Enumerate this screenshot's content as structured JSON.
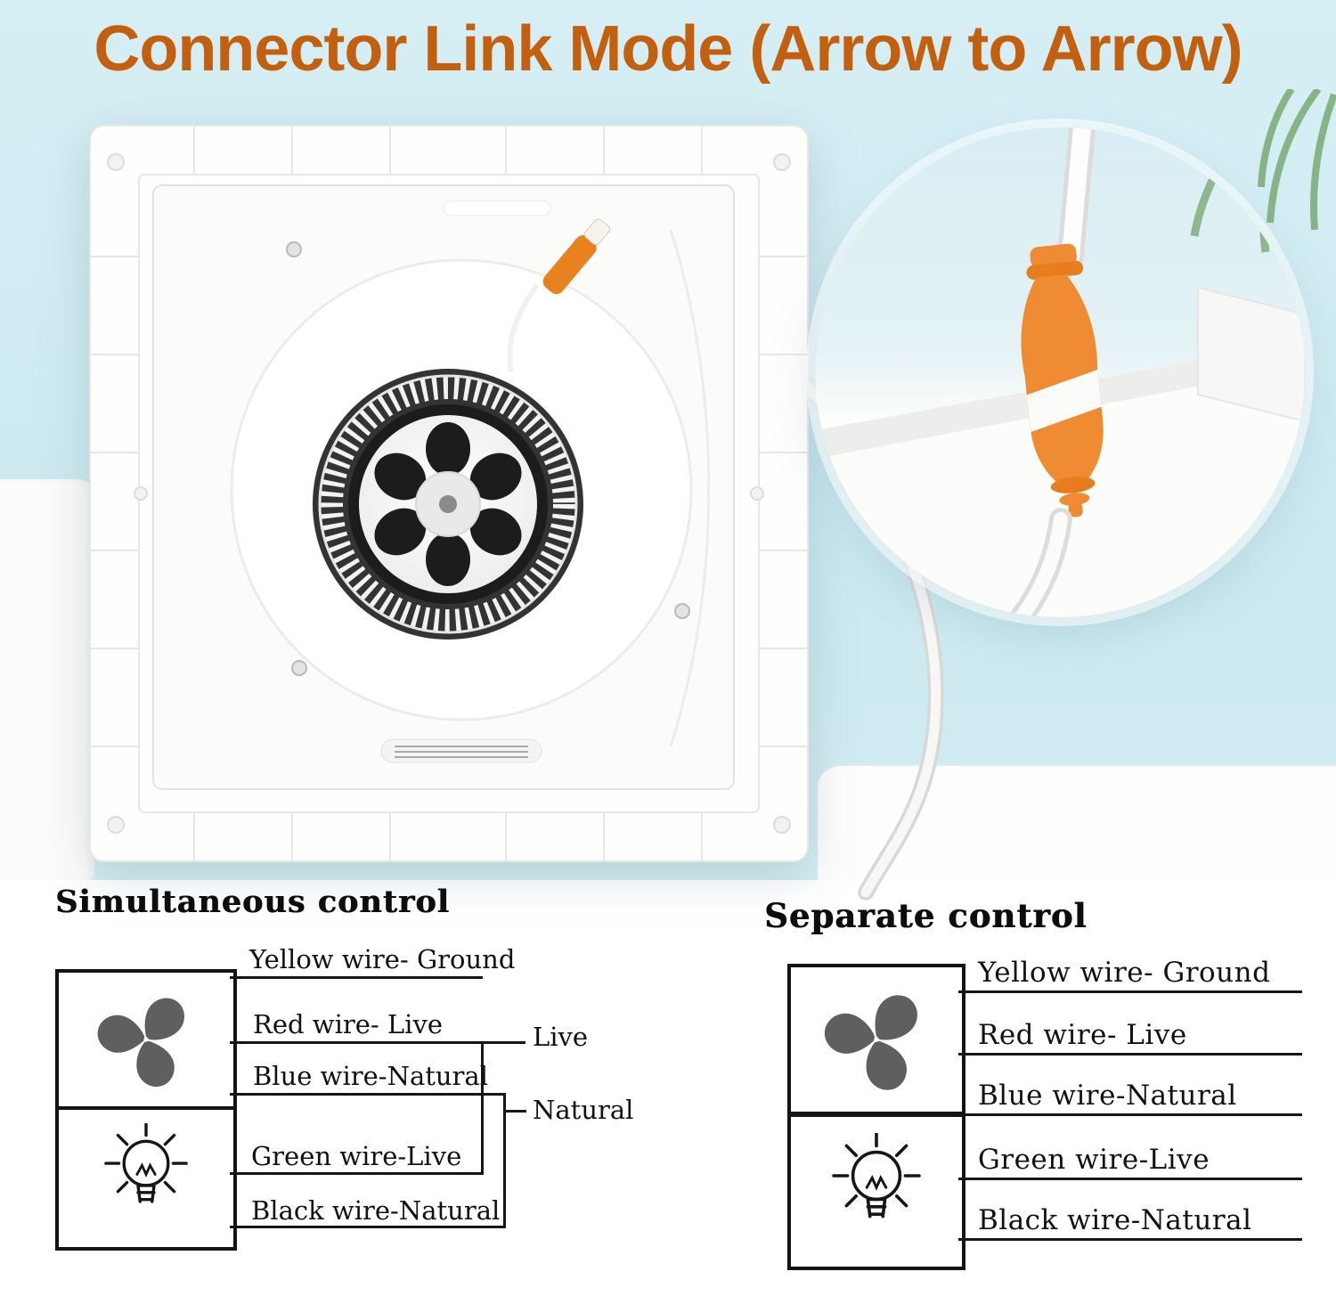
{
  "title": "Connector Link Mode (Arrow to Arrow)",
  "colors": {
    "title_orange": "#c2600f",
    "background_blue": "#cbe9f0",
    "connector_orange": "#ef8b33",
    "fan_icon_gray": "#5f5f5f",
    "wire_line_black": "#161616",
    "red_wire_tip": "#d03a2c"
  },
  "icons": {
    "fan": "fan-blades-icon",
    "bulb": "light-bulb-icon",
    "connector": "orange-cable-connector"
  },
  "simultaneous": {
    "heading": "Simultaneous control",
    "fan_wires": [
      "Yellow wire- Ground",
      "Red wire- Live",
      "Blue wire-Natural"
    ],
    "bus": [
      "Live",
      "Natural"
    ],
    "bulb_wires": [
      "Green wire-Live",
      "Black wire-Natural"
    ]
  },
  "separate": {
    "heading": "Separate control",
    "fan_wires": [
      "Yellow wire- Ground",
      "Red wire- Live",
      "Blue wire-Natural"
    ],
    "bulb_wires": [
      "Green wire-Live",
      "Black wire-Natural"
    ]
  }
}
